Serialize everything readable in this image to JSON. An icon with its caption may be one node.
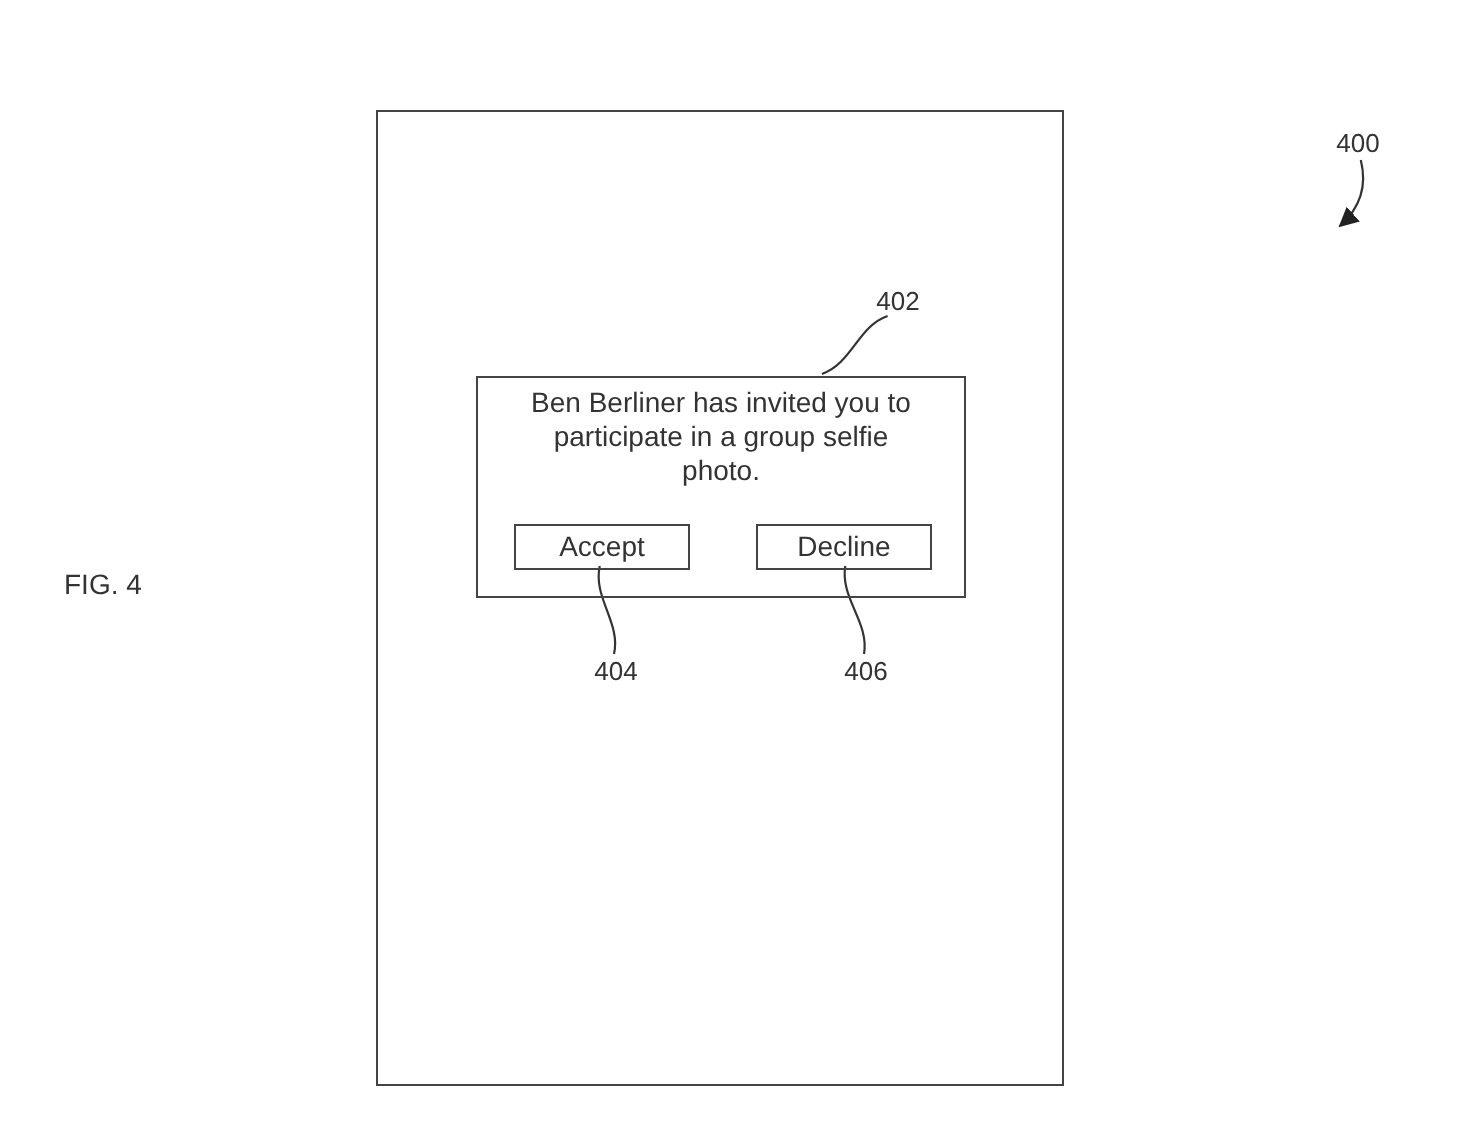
{
  "diagram": {
    "nodes": [
      {
        "text": [],
        "shape": "box"
      },
      {
        "text": [
          "Ben Berliner has invited you to participate in a group selfie photo."
        ],
        "in": 0
      },
      {
        "text": [
          "Accept"
        ],
        "in": 1
      },
      {
        "text": [
          "Decline"
        ],
        "in": 1
      },
      {
        "text": [
          "402"
        ],
        "in": 0
      },
      {
        "text": [
          "404"
        ],
        "in": 0
      },
      {
        "text": [
          "406"
        ],
        "in": 0
      },
      {
        "text": [
          "400"
        ]
      }
    ],
    "edges": [
      {
        "from": 4,
        "to": 1,
        "arrow": "none"
      },
      {
        "from": 5,
        "to": 2,
        "arrow": "none"
      },
      {
        "from": 6,
        "to": 3,
        "arrow": "none"
      },
      {
        "from": 7,
        "to": null,
        "arrow": "to"
      }
    ],
    "labels": [
      "FIG. 4"
    ]
  }
}
